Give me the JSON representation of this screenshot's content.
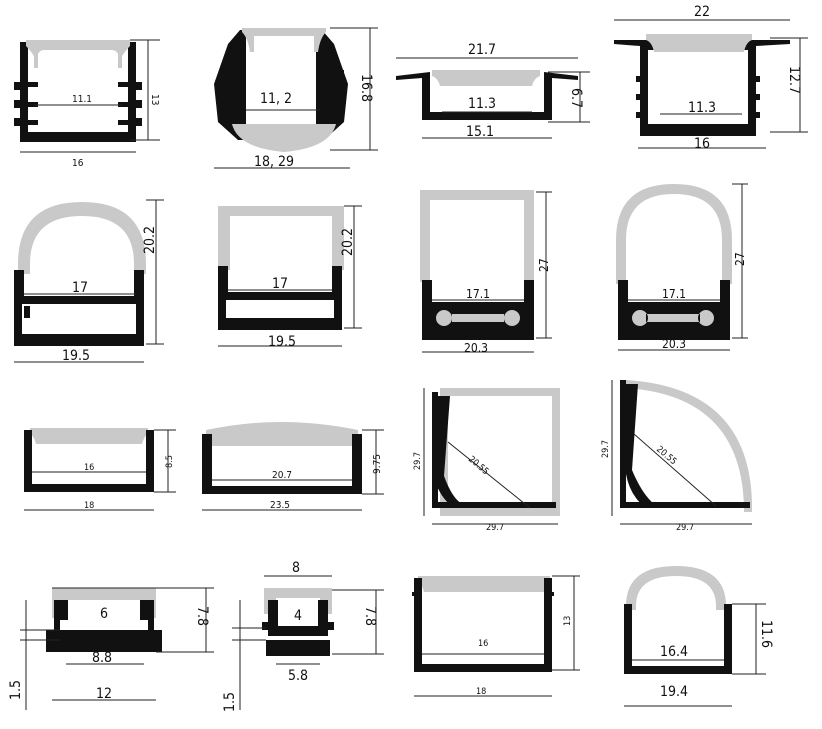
{
  "profiles": [
    {
      "id": "p1",
      "dims": [
        "11.1",
        "13",
        "16"
      ]
    },
    {
      "id": "p2",
      "dims": [
        "11, 2",
        "16.8",
        "18, 29"
      ]
    },
    {
      "id": "p3",
      "dims": [
        "21.7",
        "11.3",
        "6.7",
        "15.1"
      ]
    },
    {
      "id": "p4",
      "dims": [
        "22",
        "11.3",
        "12.7",
        "16"
      ]
    },
    {
      "id": "p5",
      "dims": [
        "17",
        "20.2",
        "19.5"
      ]
    },
    {
      "id": "p6",
      "dims": [
        "17",
        "20.2",
        "19.5"
      ]
    },
    {
      "id": "p7",
      "dims": [
        "17.1",
        "27",
        "20.3"
      ]
    },
    {
      "id": "p8",
      "dims": [
        "17.1",
        "27",
        "20.3"
      ]
    },
    {
      "id": "p9",
      "dims": [
        "16",
        "8.5",
        "18"
      ]
    },
    {
      "id": "p10",
      "dims": [
        "20.7",
        "9.75",
        "23.5"
      ]
    },
    {
      "id": "p11",
      "dims": [
        "29.7",
        "20.55",
        "29.7"
      ]
    },
    {
      "id": "p12",
      "dims": [
        "29.7",
        "20.55",
        "29.7"
      ]
    },
    {
      "id": "p13",
      "dims": [
        "6",
        "7.8",
        "8.8",
        "12",
        "1.5"
      ]
    },
    {
      "id": "p14",
      "dims": [
        "8",
        "4",
        "7.8",
        "5.8",
        "1.5"
      ]
    },
    {
      "id": "p15",
      "dims": [
        "16",
        "13",
        "18"
      ]
    },
    {
      "id": "p16",
      "dims": [
        "16.4",
        "11.6",
        "19.4"
      ]
    }
  ]
}
